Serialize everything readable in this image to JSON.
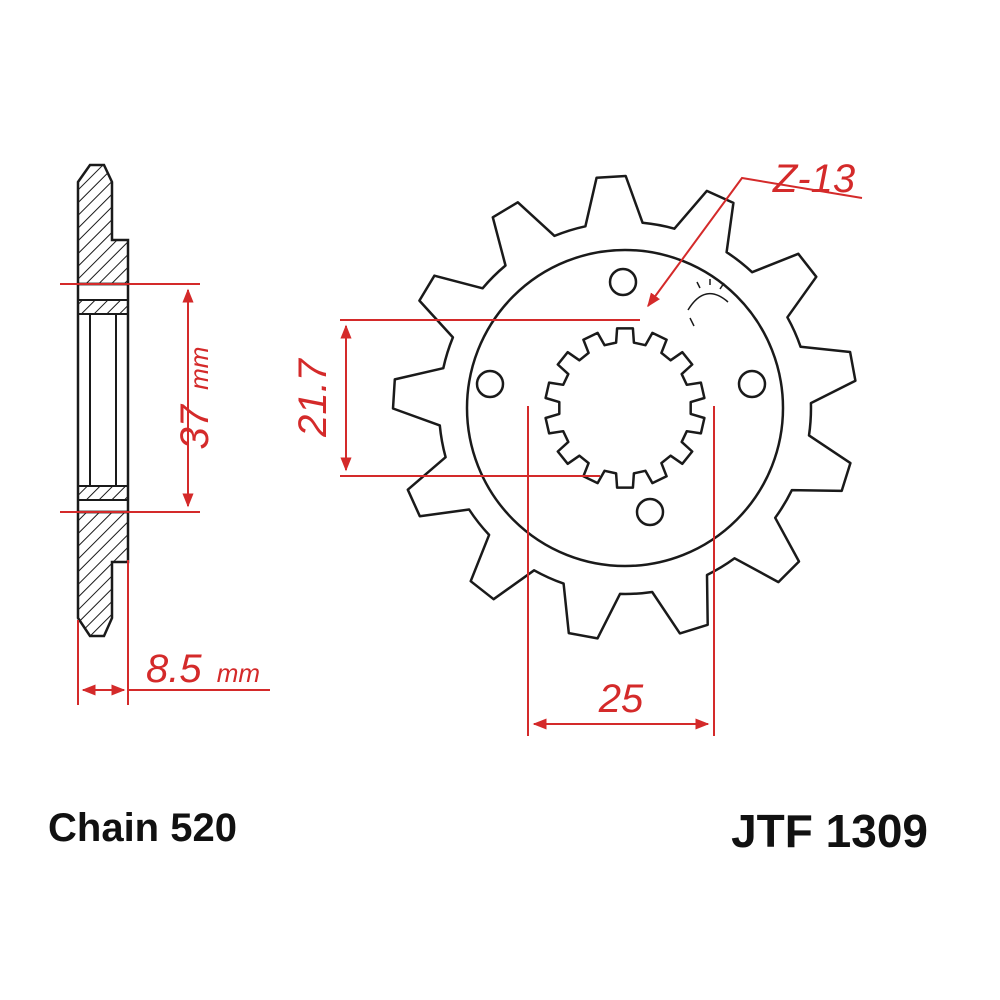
{
  "colors": {
    "outline": "#1a1a1a",
    "dimension": "#d42a2a",
    "background": "#ffffff"
  },
  "part": {
    "teeth_count": 13,
    "bolt_holes": 4
  },
  "labels": {
    "teeth": "Z-13",
    "spline_diameter": "21.7",
    "spline_width": "25",
    "bore_diameter": "37",
    "bore_unit": "mm",
    "thickness": "8.5",
    "thickness_unit": "mm",
    "chain": "Chain 520",
    "part_number": "JTF 1309"
  }
}
